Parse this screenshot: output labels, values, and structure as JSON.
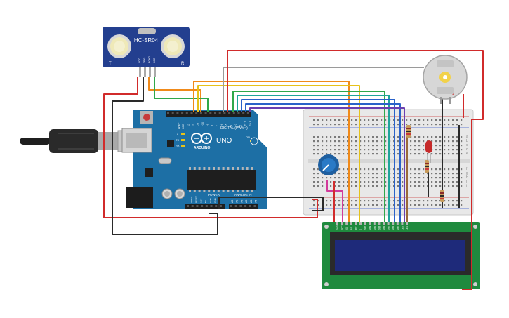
{
  "sensor": {
    "model": "HC-SR04",
    "left_mark": "T",
    "right_mark": "R",
    "pins": [
      "VCC",
      "TRIG",
      "ECHO",
      "GND"
    ]
  },
  "arduino": {
    "logo": "ARDUINO",
    "model": "UNO",
    "aref": "AREF",
    "gnd": "GND",
    "digital_header": "DIGITAL (PWM~)",
    "digital_pins": [
      "13",
      "12",
      "~11",
      "~10",
      "~9",
      "8",
      "7",
      "~6",
      "~5",
      "4",
      "~3",
      "2",
      "TX 1",
      "RX 0"
    ],
    "tx_led": "TX",
    "rx_led": "RX",
    "l_led": "L",
    "on_led": "ON",
    "power_label": "POWER",
    "analog_label": "ANALOG IN",
    "power_pins": [
      "IOREF",
      "RESET",
      "3.3V",
      "5V",
      "GND",
      "GND",
      "Vin"
    ],
    "analog_pins": [
      "A0",
      "A1",
      "A2",
      "A3",
      "A4",
      "A5"
    ]
  },
  "breadboard": {
    "row_letters_top": [
      "a",
      "b",
      "c",
      "d",
      "e"
    ],
    "row_letters_bottom": [
      "f",
      "g",
      "h",
      "i",
      "j"
    ]
  },
  "lcd": {
    "pins": [
      "GND",
      "VCC",
      "V0",
      "RS",
      "RW",
      "E",
      "DB0",
      "DB1",
      "DB2",
      "DB3",
      "DB4",
      "DB5",
      "DB6",
      "DB7",
      "LED",
      "LED"
    ]
  },
  "colors": {
    "wire_red": "#d12b2b",
    "wire_black": "#2a2a2a",
    "wire_gray": "#9a9a9a",
    "wire_orange": "#f08a1a",
    "wire_yellow": "#e6c21a",
    "wire_green": "#2fa84a",
    "wire_teal": "#1fa59a",
    "wire_blue": "#2a62c9",
    "wire_purple": "#6a3fb0",
    "wire_pink": "#d23a9a",
    "wire_brown": "#9a6a3a",
    "arduino_board": "#1d6fa5",
    "lcd_board": "#1f8a3e",
    "lcd_screen": "#1e2a7a"
  }
}
